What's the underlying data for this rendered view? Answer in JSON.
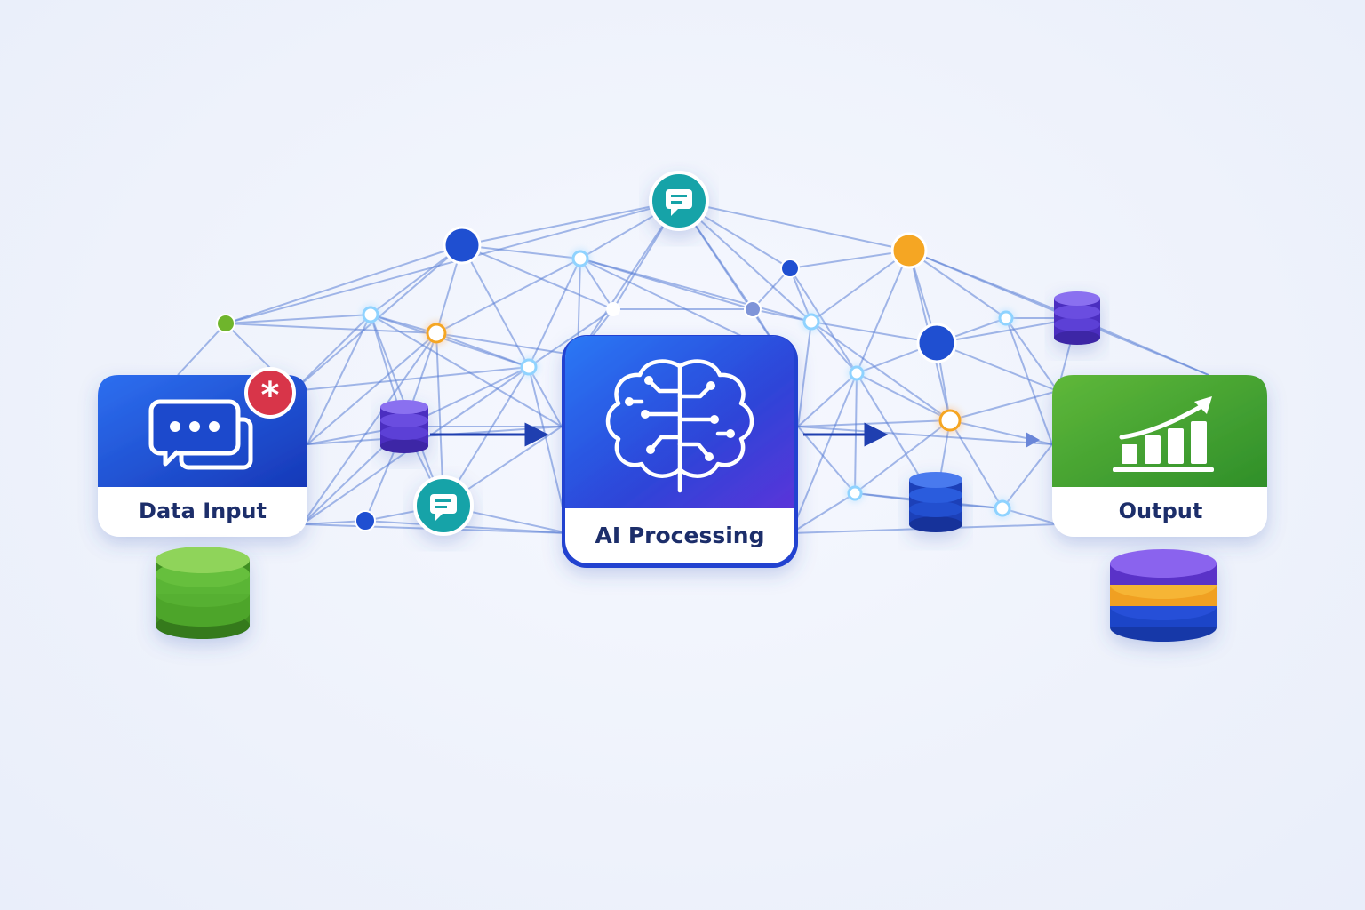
{
  "diagram": {
    "stages": [
      {
        "id": "input",
        "label": "Data Input",
        "icon": "chat-bubbles-icon",
        "badge": "*",
        "color": "#1a4fd6"
      },
      {
        "id": "process",
        "label": "AI Processing",
        "icon": "circuit-brain-icon",
        "color": "#2a4fe0"
      },
      {
        "id": "output",
        "label": "Output",
        "icon": "bar-chart-growth-icon",
        "color": "#3f9e2a"
      }
    ],
    "colors": {
      "link": "#5b7fd6",
      "node_blue": "#1f4fd1",
      "node_green": "#6fb52c",
      "node_orange": "#f5a623",
      "node_teal": "#13a3a8",
      "node_purple": "#6a3fd6",
      "node_light": "#8fd3ff",
      "badge_red": "#d8344a"
    }
  }
}
